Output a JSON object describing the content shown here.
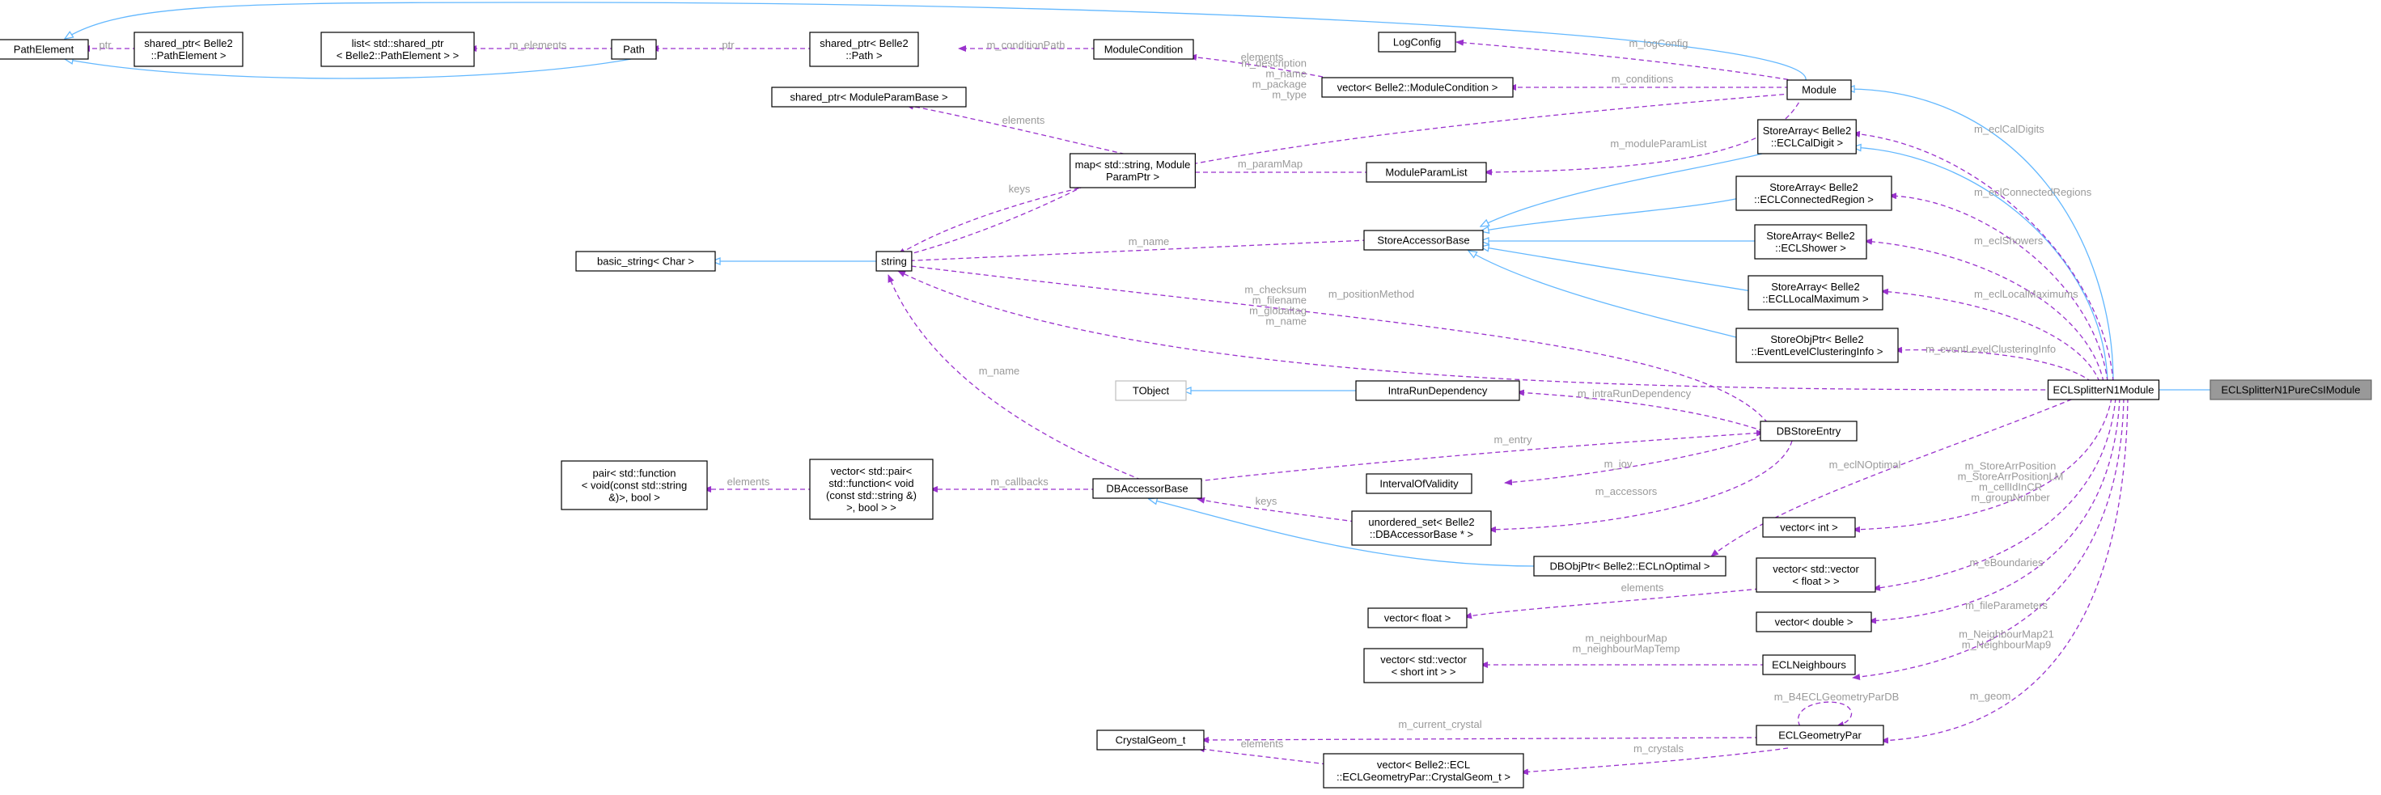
{
  "nodes": {
    "pathelement": {
      "lines": [
        "PathElement"
      ]
    },
    "sp_pathelement": {
      "lines": [
        "shared_ptr< Belle2",
        "::PathElement >"
      ]
    },
    "list_sp": {
      "lines": [
        "list< std::shared_ptr",
        "< Belle2::PathElement > >"
      ]
    },
    "path": {
      "lines": [
        "Path"
      ]
    },
    "sp_path": {
      "lines": [
        "shared_ptr< Belle2",
        "::Path >"
      ]
    },
    "modulecondition": {
      "lines": [
        "ModuleCondition"
      ]
    },
    "logconfig": {
      "lines": [
        "LogConfig"
      ]
    },
    "vec_modcond": {
      "lines": [
        "vector< Belle2::ModuleCondition >"
      ]
    },
    "module": {
      "lines": [
        "Module"
      ]
    },
    "sp_modparambase": {
      "lines": [
        "shared_ptr< ModuleParamBase >"
      ]
    },
    "map_modparam": {
      "lines": [
        "map< std::string, Module",
        "ParamPtr >"
      ]
    },
    "moduleparamlist": {
      "lines": [
        "ModuleParamList"
      ]
    },
    "sa_ecldigit": {
      "lines": [
        "StoreArray< Belle2",
        "::ECLCalDigit >"
      ]
    },
    "sa_connregion": {
      "lines": [
        "StoreArray< Belle2",
        "::ECLConnectedRegion >"
      ]
    },
    "storeaccessorbase": {
      "lines": [
        "StoreAccessorBase"
      ]
    },
    "basic_string": {
      "lines": [
        "basic_string< Char >"
      ]
    },
    "string": {
      "lines": [
        "string"
      ]
    },
    "sa_shower": {
      "lines": [
        "StoreArray< Belle2",
        "::ECLShower >"
      ]
    },
    "sa_localmax": {
      "lines": [
        "StoreArray< Belle2",
        "::ECLLocalMaximum >"
      ]
    },
    "sop_evtinfo": {
      "lines": [
        "StoreObjPtr< Belle2",
        "::EventLevelClusteringInfo >"
      ]
    },
    "eclsplitter": {
      "lines": [
        "ECLSplitterN1Module"
      ]
    },
    "eclsplitter_pure": {
      "lines": [
        "ECLSplitterN1PureCsIModule"
      ]
    },
    "tobject": {
      "lines": [
        "TObject"
      ]
    },
    "intrarundep": {
      "lines": [
        "IntraRunDependency"
      ]
    },
    "dbstoreentry": {
      "lines": [
        "DBStoreEntry"
      ]
    },
    "pair_fn": {
      "lines": [
        "pair< std::function",
        "< void(const std::string",
        "&)>, bool >"
      ]
    },
    "vec_pair": {
      "lines": [
        "vector< std::pair<",
        "std::function< void",
        "(const std::string &)",
        ">, bool > >"
      ]
    },
    "dbaccessorbase": {
      "lines": [
        "DBAccessorBase"
      ]
    },
    "iov": {
      "lines": [
        "IntervalOfValidity"
      ]
    },
    "uset": {
      "lines": [
        "unordered_set< Belle2",
        "::DBAccessorBase * >"
      ]
    },
    "dbobjptr": {
      "lines": [
        "DBObjPtr< Belle2::ECLnOptimal >"
      ]
    },
    "vec_int": {
      "lines": [
        "vector< int >"
      ]
    },
    "vec_vec_float": {
      "lines": [
        "vector< std::vector",
        "< float > >"
      ]
    },
    "vec_float": {
      "lines": [
        "vector< float >"
      ]
    },
    "vec_double": {
      "lines": [
        "vector< double >"
      ]
    },
    "vec_vec_short": {
      "lines": [
        "vector< std::vector",
        "< short int > >"
      ]
    },
    "eclneighbours": {
      "lines": [
        "ECLNeighbours"
      ]
    },
    "crystalgeom": {
      "lines": [
        "CrystalGeom_t"
      ]
    },
    "eclgeompar": {
      "lines": [
        "ECLGeometryPar"
      ]
    },
    "vec_crystalgeom": {
      "lines": [
        "vector< Belle2::ECL",
        "::ECLGeometryPar::CrystalGeom_t >"
      ]
    }
  },
  "edges": {
    "e_ptr1": [
      "ptr"
    ],
    "e_elements1": [
      "m_elements"
    ],
    "e_ptr2": [
      "ptr"
    ],
    "e_condpath": [
      "m_conditionPath"
    ],
    "e_elements_cond": [
      "elements"
    ],
    "e_logconfig": [
      "m_logConfig"
    ],
    "e_conditions": [
      "m_conditions"
    ],
    "e_module_strings": [
      "m_description",
      "m_name",
      "m_package",
      "m_type"
    ],
    "e_elements_map": [
      "elements"
    ],
    "e_keys_map": [
      "keys"
    ],
    "e_parammap": [
      "m_paramMap"
    ],
    "e_moduleparamlist": [
      "m_moduleParamList"
    ],
    "e_sab_name": [
      "m_name"
    ],
    "e_eclcaldigits": [
      "m_eclCalDigits"
    ],
    "e_eclconnregions": [
      "m_eclConnectedRegions"
    ],
    "e_eclshowers": [
      "m_eclShowers"
    ],
    "e_ecllocalmax": [
      "m_eclLocalMaximums"
    ],
    "e_evtinfo": [
      "m_eventLevelClusteringInfo"
    ],
    "e_positionmethod": [
      "m_positionMethod"
    ],
    "e_dbstore_strings": [
      "m_checksum",
      "m_filename",
      "m_globaltag",
      "m_name"
    ],
    "e_dba_name": [
      "m_name"
    ],
    "e_intrarundep": [
      "m_intraRunDependency"
    ],
    "e_entry": [
      "m_entry"
    ],
    "e_iov": [
      "m_iov"
    ],
    "e_accessors": [
      "m_accessors"
    ],
    "e_elements_pair": [
      "elements"
    ],
    "e_callbacks": [
      "m_callbacks"
    ],
    "e_keys_uset": [
      "keys"
    ],
    "e_eclnoptimal": [
      "m_eclNOptimal"
    ],
    "e_vecint": [
      "m_StoreArrPosition",
      "m_StoreArrPositionLM",
      "m_cellIdInCR",
      "m_groupNumber"
    ],
    "e_eboundaries": [
      "m_eBoundaries"
    ],
    "e_elements_float": [
      "elements"
    ],
    "e_fileparams": [
      "m_fileParameters"
    ],
    "e_neighbourmap": [
      "m_neighbourMap",
      "m_neighbourMapTemp"
    ],
    "e_neighbourmaps": [
      "m_NeighbourMap21",
      "m_NeighbourMap9"
    ],
    "e_b4ecl": [
      "m_B4ECLGeometryParDB"
    ],
    "e_current_crystal": [
      "m_current_crystal"
    ],
    "e_crystals": [
      "m_crystals"
    ],
    "e_elements_crystal": [
      "elements"
    ],
    "e_geom": [
      "m_geom"
    ]
  }
}
